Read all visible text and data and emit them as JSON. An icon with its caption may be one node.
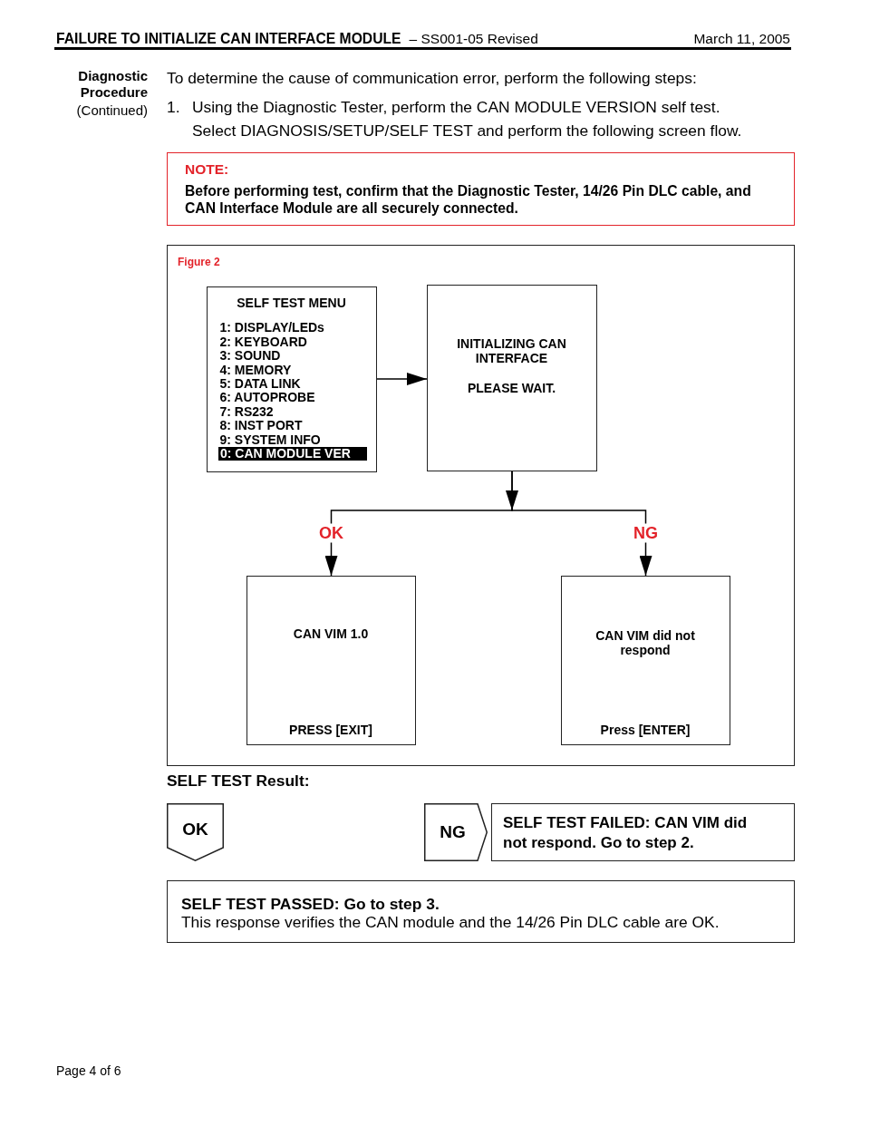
{
  "diagram": {
    "title": "FAILURE TO INITIALIZE CAN INTERFACE MODULE",
    "nodes": [
      {
        "text": [
          "NOTE:",
          "Before performing test, confirm that the Diagnostic Tester, 14/26 Pin DLC cable, and CAN Interface Module are all securely connected."
        ]
      },
      {
        "text": [
          "Figure 2"
        ]
      },
      {
        "text": [
          "SELF TEST MENU",
          "1: DISPLAY/LEDs",
          "2: KEYBOARD",
          "3: SOUND",
          "4: MEMORY",
          "5: DATA LINK",
          "6: AUTOPROBE",
          "7: RS232",
          "8: INST PORT",
          "9: SYSTEM INFO",
          "0: CAN MODULE VER"
        ],
        "in": 1
      },
      {
        "text": [
          "INITIALIZING CAN INTERFACE",
          "PLEASE WAIT."
        ],
        "in": 1
      },
      {
        "text": [
          "CAN VIM 1.0",
          "PRESS [EXIT]"
        ],
        "in": 1
      },
      {
        "text": [
          "CAN VIM did not respond",
          "Press [ENTER]"
        ],
        "in": 1
      },
      {
        "text": [
          "OK"
        ]
      },
      {
        "text": [
          "NG"
        ]
      },
      {
        "text": [
          "SELF TEST FAILED: CAN VIM did not respond. Go to step 2."
        ]
      },
      {
        "text": [
          "SELF TEST PASSED: Go to step 3.",
          "This response verifies the CAN module and the 14/26 Pin DLC cable are OK."
        ]
      }
    ],
    "edges": [
      {
        "from": 2,
        "to": 3,
        "arrow": "to"
      },
      {
        "from": 3,
        "to": 4,
        "arrow": "to",
        "label": "OK"
      },
      {
        "from": 3,
        "to": 5,
        "arrow": "to",
        "label": "NG"
      }
    ],
    "labels": [
      "– SS001-05 Revised",
      "March 11, 2005",
      "Diagnostic Procedure",
      "(Continued)",
      "To determine the cause of communication error, perform the following steps:",
      "1.",
      "Using the Diagnostic Tester, perform the CAN MODULE VERSION self test.",
      "Select DIAGNOSIS/SETUP/SELF TEST and perform the following screen flow.",
      "SELF TEST Result:",
      "Page 4 of 6"
    ]
  }
}
